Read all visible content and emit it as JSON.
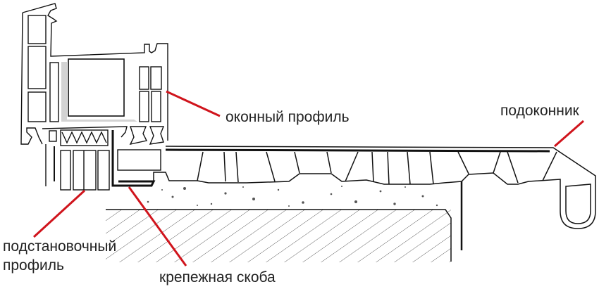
{
  "labels": {
    "window_profile": "оконный профиль",
    "window_sill": "подоконник",
    "support_profile_line1": "подстановочный",
    "support_profile_line2": "профиль",
    "mounting_bracket": "крепежная скоба"
  },
  "colors": {
    "leader": "#d0141c",
    "outline": "#111111",
    "glass_shadow": "#cfcfcf"
  }
}
